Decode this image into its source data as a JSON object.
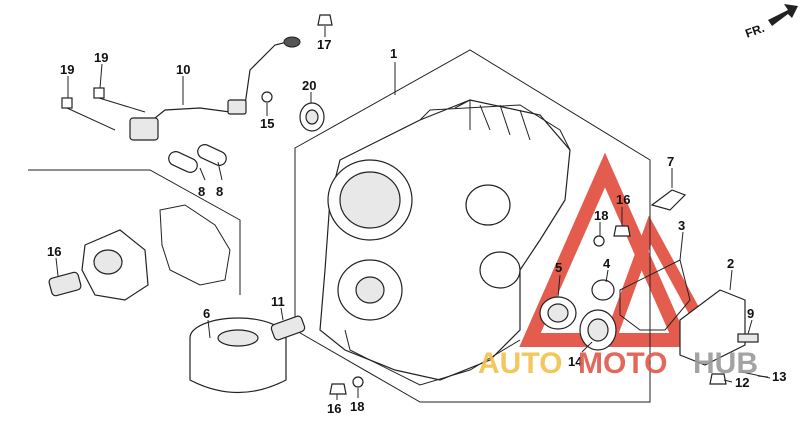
{
  "direction_label": "FR.",
  "callouts": {
    "c1": "1",
    "c2": "2",
    "c3": "3",
    "c5": "5",
    "c6": "6",
    "c7": "7",
    "c8a": "8",
    "c8b": "8",
    "c9": "9",
    "c10": "10",
    "c11": "11",
    "c12": "12",
    "c13": "13",
    "c14": "14",
    "c15": "15",
    "c16a": "16",
    "c16b": "16",
    "c16c": "16",
    "c17": "17",
    "c18a": "18",
    "c18b": "18",
    "c19a": "19",
    "c19b": "19",
    "c20": "20",
    "c4": "4"
  },
  "watermark": {
    "prefix": "AUTO",
    "middle": "MOTO",
    "suffix": "HUB",
    "color_prefix": "#f2c24a",
    "color_middle": "#e0574a",
    "color_suffix": "#9a9a9a",
    "logo_color": "#e0402f"
  }
}
